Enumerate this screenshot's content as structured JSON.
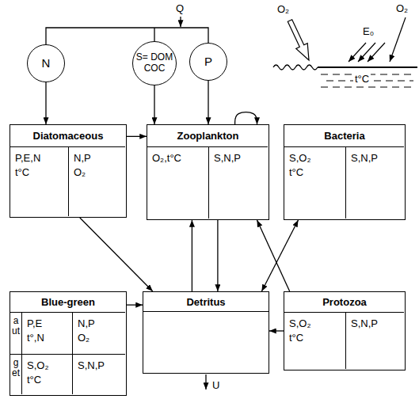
{
  "diagram": {
    "nodes": [
      {
        "text": [
          "N"
        ]
      },
      {
        "text": [
          "S= DOM",
          "COC"
        ]
      },
      {
        "text": [
          "P"
        ]
      },
      {
        "text": [
          "Diatomaceous"
        ]
      },
      {
        "text": [
          "P,E,N t°C"
        ],
        "in": 3
      },
      {
        "text": [
          "N,P O₂"
        ],
        "in": 3
      },
      {
        "text": [
          "Zooplankton"
        ]
      },
      {
        "text": [
          "O₂,t°C"
        ],
        "in": 6
      },
      {
        "text": [
          "S,N,P"
        ],
        "in": 6
      },
      {
        "text": [
          "Bacteria"
        ]
      },
      {
        "text": [
          "S,O₂ t°C"
        ],
        "in": 9
      },
      {
        "text": [
          "S,N,P"
        ],
        "in": 9
      },
      {
        "text": [
          "Blue-green"
        ]
      },
      {
        "text": [
          "aut"
        ],
        "in": 12
      },
      {
        "text": [
          "P,E t°,N"
        ],
        "in": 12
      },
      {
        "text": [
          "N,P O₂"
        ],
        "in": 12
      },
      {
        "text": [
          "get"
        ],
        "in": 12
      },
      {
        "text": [
          "S,O₂ t°C"
        ],
        "in": 12
      },
      {
        "text": [
          "S,N,P"
        ],
        "in": 12
      },
      {
        "text": [
          "Detritus"
        ]
      },
      {
        "text": [
          "Protozoa"
        ]
      },
      {
        "text": [
          "S,O₂ t°C"
        ],
        "in": 20
      },
      {
        "text": [
          "S,N,P"
        ],
        "in": 20
      }
    ],
    "edges": [
      {
        "from": 0,
        "to": 3,
        "arrow": "to"
      },
      {
        "from": 1,
        "to": 6,
        "arrow": "to"
      },
      {
        "from": 2,
        "to": 6,
        "arrow": "to"
      },
      {
        "from": 3,
        "to": 6,
        "arrow": "to"
      },
      {
        "from": 6,
        "to": 6,
        "arrow": "to"
      },
      {
        "from": 3,
        "to": 19,
        "arrow": "to"
      },
      {
        "from": 19,
        "to": 6,
        "arrow": "to"
      },
      {
        "from": 6,
        "to": 19,
        "arrow": "to"
      },
      {
        "from": 19,
        "to": 9,
        "arrow": "both"
      },
      {
        "from": 20,
        "to": 6,
        "arrow": "to"
      },
      {
        "from": 20,
        "to": 19,
        "arrow": "to"
      },
      {
        "from": 12,
        "to": 19,
        "arrow": "to"
      }
    ],
    "labels": [
      "Q",
      "O₂",
      "E₀",
      "O₂",
      "t°C",
      "U"
    ]
  }
}
